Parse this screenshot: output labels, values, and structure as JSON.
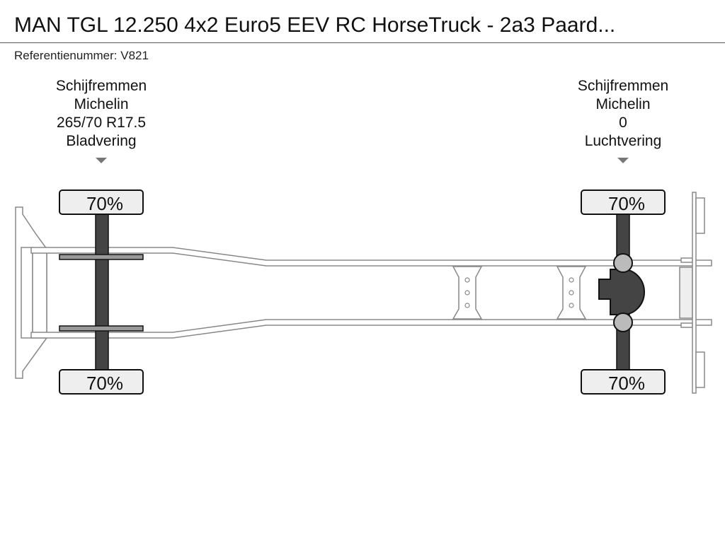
{
  "title": "MAN TGL 12.250 4x2 Euro5 EEV RC HorseTruck - 2a3 Paard...",
  "reference": {
    "label": "Referentienummer:",
    "value": "V821"
  },
  "axles": [
    {
      "position": "front",
      "brake": "Schijfremmen",
      "tire_brand": "Michelin",
      "tire_size": "265/70 R17.5",
      "suspension": "Bladvering",
      "tread_left": "70%",
      "tread_right": "70%"
    },
    {
      "position": "rear",
      "brake": "Schijfremmen",
      "tire_brand": "Michelin",
      "tire_size": "0",
      "suspension": "Luchtvering",
      "tread_left": "70%",
      "tread_right": "70%"
    }
  ],
  "colors": {
    "frame_stroke": "#888888",
    "axle_fill": "#444444",
    "tire_fill": "#eeeeee",
    "hub_fill": "#bbbbbb",
    "marker": "#777777"
  }
}
